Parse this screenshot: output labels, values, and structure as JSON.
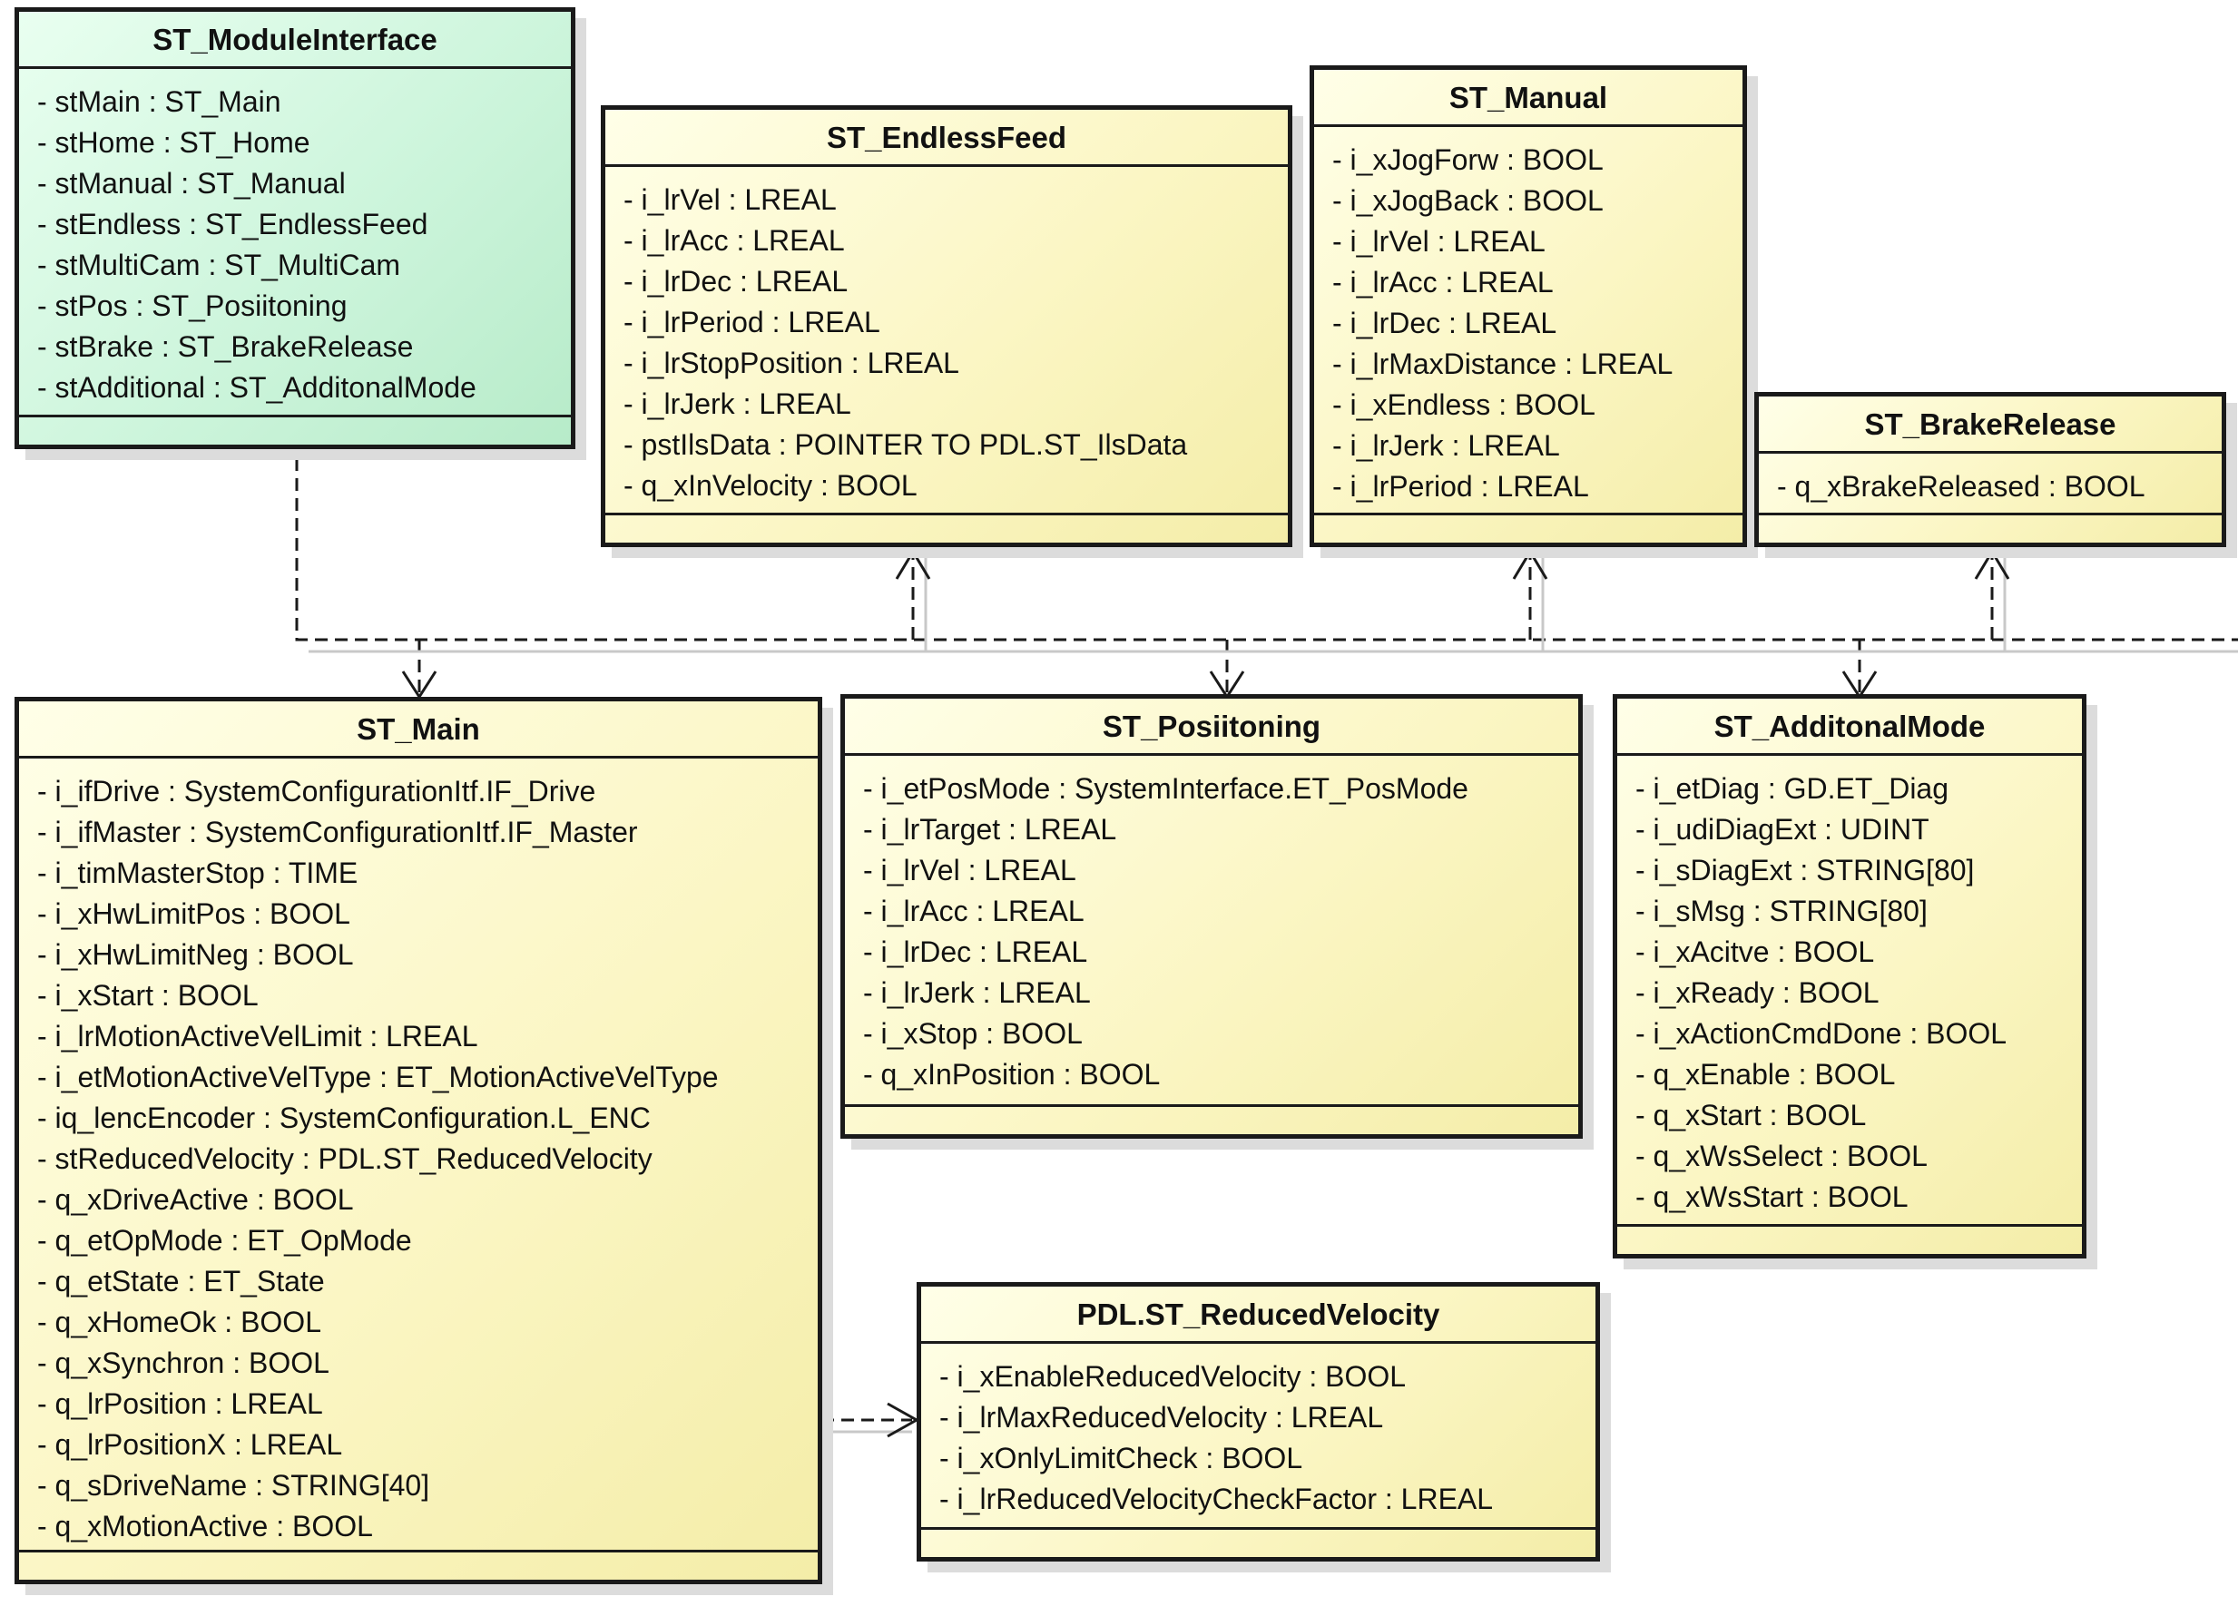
{
  "classes": {
    "module_interface": {
      "title": "ST_ModuleInterface",
      "attributes": [
        "stMain : ST_Main",
        "stHome : ST_Home",
        "stManual : ST_Manual",
        "stEndless : ST_EndlessFeed",
        "stMultiCam : ST_MultiCam",
        "stPos : ST_Posiitoning",
        "stBrake : ST_BrakeRelease",
        "stAdditional : ST_AdditonalMode"
      ]
    },
    "endless_feed": {
      "title": "ST_EndlessFeed",
      "attributes": [
        "i_lrVel : LREAL",
        "i_lrAcc : LREAL",
        "i_lrDec : LREAL",
        "i_lrPeriod : LREAL",
        "i_lrStopPosition : LREAL",
        "i_lrJerk : LREAL",
        "pstIlsData : POINTER TO PDL.ST_IlsData",
        "q_xInVelocity : BOOL"
      ]
    },
    "manual": {
      "title": "ST_Manual",
      "attributes": [
        "i_xJogForw : BOOL",
        "i_xJogBack : BOOL",
        "i_lrVel : LREAL",
        "i_lrAcc : LREAL",
        "i_lrDec : LREAL",
        "i_lrMaxDistance : LREAL",
        "i_xEndless : BOOL",
        "i_lrJerk : LREAL",
        "i_lrPeriod : LREAL"
      ]
    },
    "brake_release": {
      "title": "ST_BrakeRelease",
      "attributes": [
        "q_xBrakeReleased : BOOL"
      ]
    },
    "main": {
      "title": "ST_Main",
      "attributes": [
        "i_ifDrive : SystemConfigurationItf.IF_Drive",
        "i_ifMaster : SystemConfigurationItf.IF_Master",
        "i_timMasterStop : TIME",
        "i_xHwLimitPos : BOOL",
        "i_xHwLimitNeg : BOOL",
        "i_xStart : BOOL",
        "i_lrMotionActiveVelLimit : LREAL",
        "i_etMotionActiveVelType : ET_MotionActiveVelType",
        "iq_lencEncoder : SystemConfiguration.L_ENC",
        "stReducedVelocity : PDL.ST_ReducedVelocity",
        "q_xDriveActive : BOOL",
        "q_etOpMode : ET_OpMode",
        "q_etState : ET_State",
        "q_xHomeOk : BOOL",
        "q_xSynchron : BOOL",
        "q_lrPosition : LREAL",
        "q_lrPositionX : LREAL",
        "q_sDriveName : STRING[40]",
        "q_xMotionActive : BOOL"
      ]
    },
    "positioning": {
      "title": "ST_Posiitoning",
      "attributes": [
        "i_etPosMode : SystemInterface.ET_PosMode",
        "i_lrTarget : LREAL",
        "i_lrVel : LREAL",
        "i_lrAcc : LREAL",
        "i_lrDec : LREAL",
        "i_lrJerk : LREAL",
        "i_xStop : BOOL",
        "q_xInPosition : BOOL"
      ]
    },
    "additional_mode": {
      "title": "ST_AdditonalMode",
      "attributes": [
        "i_etDiag : GD.ET_Diag",
        "i_udiDiagExt : UDINT",
        "i_sDiagExt : STRING[80]",
        "i_sMsg : STRING[80]",
        "i_xAcitve : BOOL",
        "i_xReady : BOOL",
        "i_xActionCmdDone : BOOL",
        "q_xEnable : BOOL",
        "q_xStart : BOOL",
        "q_xWsSelect : BOOL",
        "q_xWsStart : BOOL"
      ]
    },
    "reduced_velocity": {
      "title": "PDL.ST_ReducedVelocity",
      "attributes": [
        "i_xEnableReducedVelocity : BOOL",
        "i_lrMaxReducedVelocity : LREAL",
        "i_xOnlyLimitCheck : BOOL",
        "i_lrReducedVelocityCheckFactor : LREAL"
      ]
    }
  },
  "colors": {
    "line": "#1a1a1a",
    "class_fill": "#fbf6c4",
    "root_fill": "#cdf5dc"
  }
}
